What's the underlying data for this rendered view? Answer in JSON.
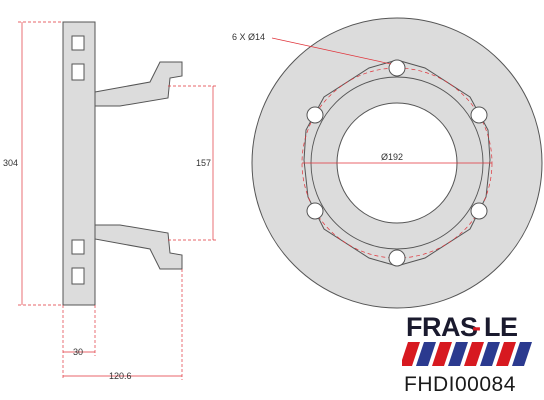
{
  "dimensions": {
    "overall_diameter": "304",
    "hub_diameter": "157",
    "hub_offset": "30",
    "total_height": "120.6",
    "bolt_circle": "Ø192",
    "bolt_holes": "6 X Ø14"
  },
  "brand": {
    "name": "FRAS-LE",
    "part_number": "FHDI00084",
    "colors": {
      "text": "#1a1a2e",
      "red": "#d71920",
      "blue": "#2b3a8f"
    }
  },
  "colors": {
    "disc_fill": "#dcdcdc",
    "line": "#555555",
    "dim_line": "#e0333a",
    "bolt_circle": "#e0333a"
  }
}
